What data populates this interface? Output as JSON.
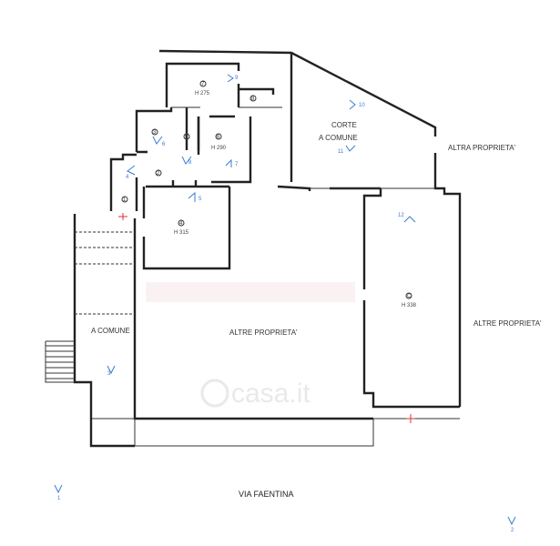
{
  "plan": {
    "street": "VIA  FAENTINA",
    "areas": {
      "corte_line1": "CORTE",
      "corte_line2": "A COMUNE",
      "altra_proprieta_top": "ALTRA PROPRIETA'",
      "altre_proprieta_center": "ALTRE PROPRIETA'",
      "altre_proprieta_right": "ALTRE PROPRIETA'",
      "a_comune_left": "A COMUNE"
    },
    "rooms": [
      {
        "num": "7",
        "height": "H 275"
      },
      {
        "num": "8",
        "height": ""
      },
      {
        "num": "3",
        "height": ""
      },
      {
        "num": "5",
        "height": ""
      },
      {
        "num": "6",
        "height": "H 290"
      },
      {
        "num": "2",
        "height": ""
      },
      {
        "num": "1",
        "height": ""
      },
      {
        "num": "4",
        "height": "H 315"
      },
      {
        "num": "C",
        "height": "H 338"
      }
    ],
    "photo_markers": [
      "1",
      "2",
      "3",
      "4",
      "5",
      "6",
      "7",
      "8",
      "9",
      "10",
      "11",
      "12"
    ],
    "watermark": "casa.it",
    "accent_color": "#3a7bd5"
  }
}
